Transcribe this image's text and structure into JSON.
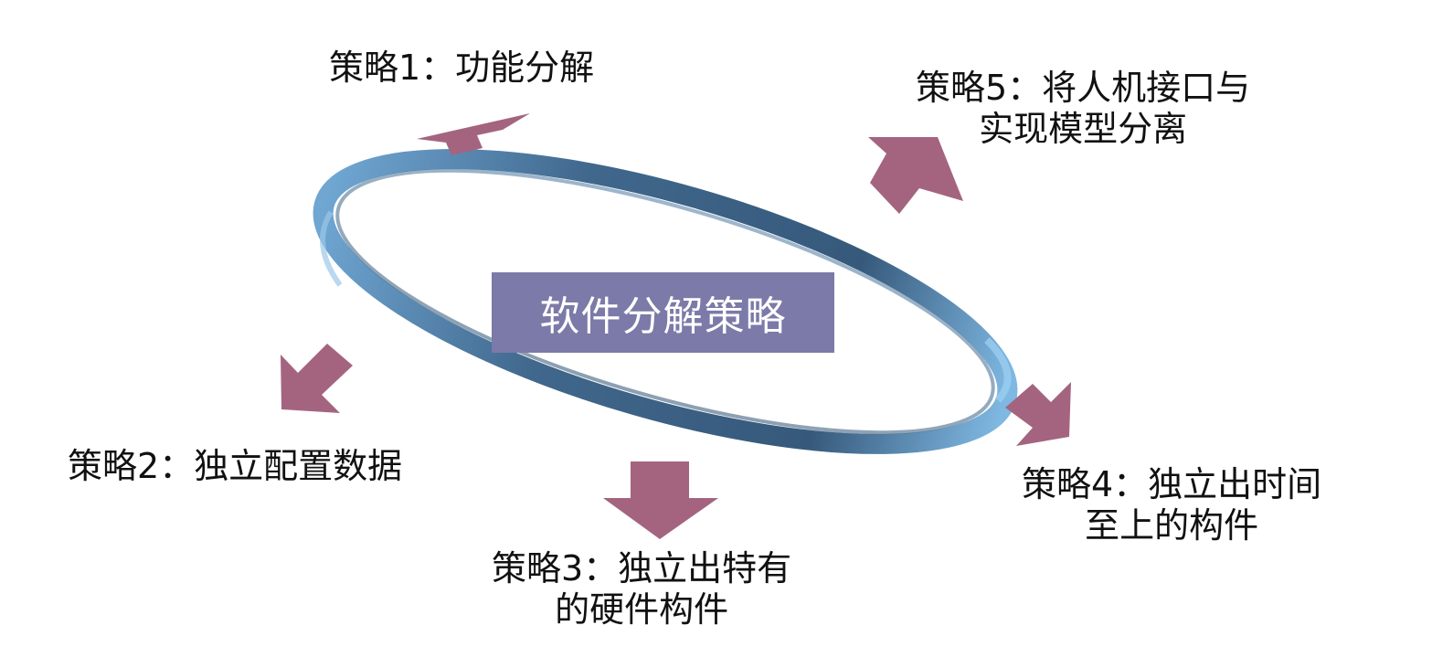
{
  "diagram": {
    "center_label": "软件分解策略",
    "strategies": [
      {
        "lines": [
          "策略1：功能分解"
        ]
      },
      {
        "lines": [
          "策略2：独立配置数据"
        ]
      },
      {
        "lines": [
          "策略3：独立出特有",
          "的硬件构件"
        ]
      },
      {
        "lines": [
          "策略4：独立出时间",
          "至上的构件"
        ]
      },
      {
        "lines": [
          "策略5：将人机接口与",
          "实现模型分离"
        ]
      }
    ]
  },
  "colors": {
    "arrow": "#a4647f",
    "center_box": "#7b7aa8",
    "ring_dark": "#34587a",
    "ring_light": "#7fb6e0",
    "text": "#111111"
  }
}
